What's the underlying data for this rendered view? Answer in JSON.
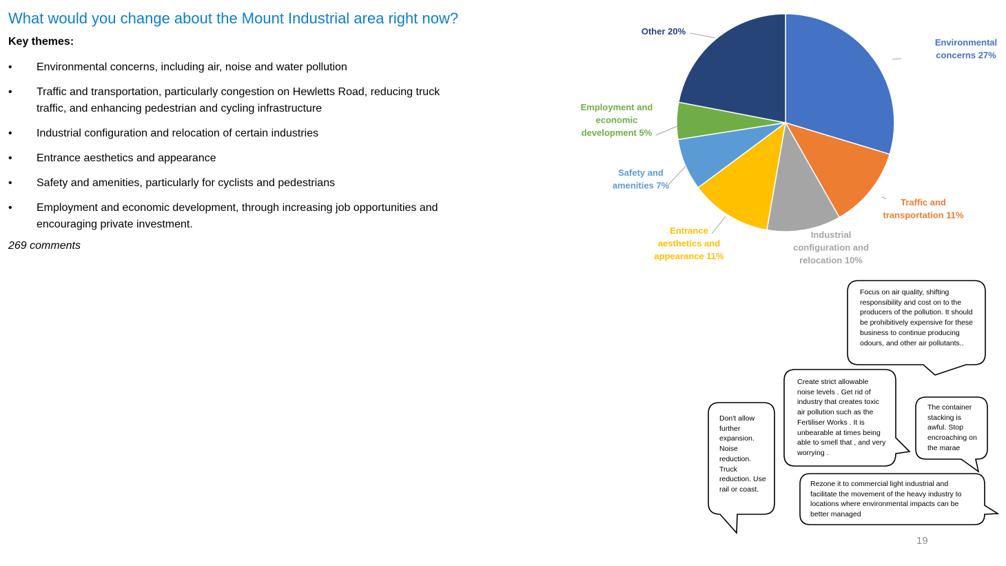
{
  "slide": {
    "title": "What would you change about the Mount Industrial area right now?",
    "subtitle": "Key themes:",
    "themes": [
      "Environmental concerns, including air, noise and water pollution",
      "Traffic and transportation, particularly congestion on Hewletts Road, reducing truck traffic, and enhancing pedestrian and cycling infrastructure",
      "Industrial configuration and relocation of certain industries",
      "Entrance aesthetics and appearance",
      "Safety and amenities, particularly for cyclists and pedestrians",
      "Employment and economic development, through increasing job opportunities and encouraging private investment."
    ],
    "comment_count": "269 comments",
    "page_number": "19"
  },
  "chart_data": {
    "type": "pie",
    "start_angle_deg": 0,
    "slices": [
      {
        "label": "Environmental concerns",
        "percent_label": "27%",
        "value": 27,
        "color": "#4472c4"
      },
      {
        "label": "Traffic and transportation",
        "percent_label": "11%",
        "value": 11,
        "color": "#ed7d31"
      },
      {
        "label": "Industrial configuration and relocation",
        "percent_label": "10%",
        "value": 10,
        "color": "#a5a5a5"
      },
      {
        "label": "Entrance aesthetics and appearance",
        "percent_label": "11%",
        "value": 11,
        "color": "#ffc000"
      },
      {
        "label": "Safety and amenities",
        "percent_label": "7%",
        "value": 7,
        "color": "#5b9bd5"
      },
      {
        "label": "Employment and economic development",
        "percent_label": "5%",
        "value": 5,
        "color": "#70ad47"
      },
      {
        "label": "Other",
        "percent_label": "20%",
        "value": 20,
        "color": "#264478"
      }
    ]
  },
  "quotes": [
    "Focus on air quality, shifting responsibility and cost on to the producers of the pollution. It should be prohibitively expensive for these business to continue producing odours, and other air pollutants..",
    "Create strict allowable noise levels .  Get rid of industry that creates toxic air pollution such as the Fertiliser Works . It is unbearable at times being able to smell that , and very worrying .",
    "The container stacking is awful.  Stop encroaching on the marae",
    "Don't allow further expansion. Noise reduction. Truck reduction. Use rail or coast.",
    "Rezone it to commercial light industrial and facilitate the movement of the heavy industry to locations where environmental impacts can be better managed"
  ]
}
